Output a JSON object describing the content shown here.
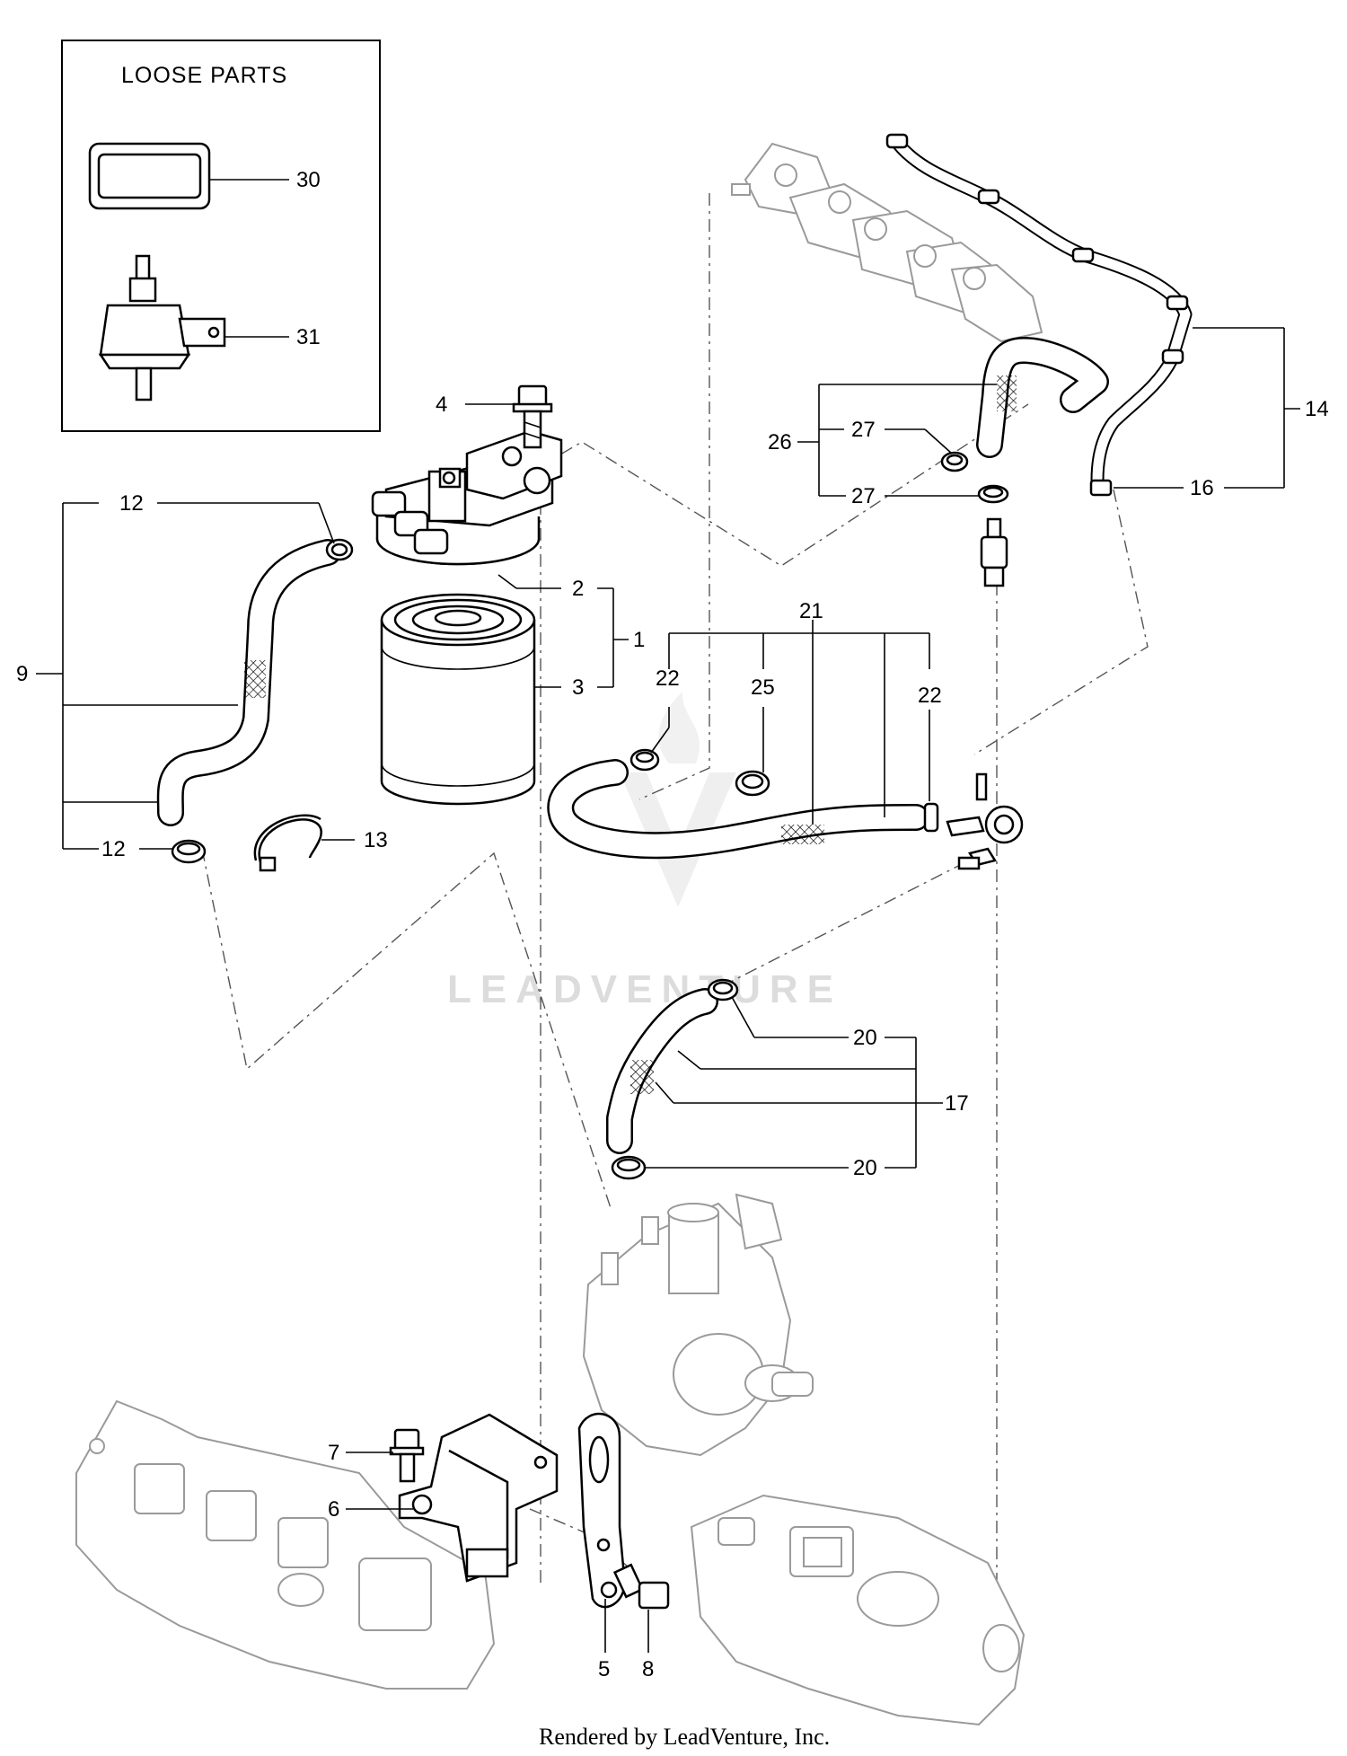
{
  "loose_parts": {
    "title": "LOOSE PARTS"
  },
  "callouts": [
    {
      "id": "30",
      "text": "30"
    },
    {
      "id": "31",
      "text": "31"
    },
    {
      "id": "4",
      "text": "4"
    },
    {
      "id": "12a",
      "text": "12"
    },
    {
      "id": "12b",
      "text": "12"
    },
    {
      "id": "9",
      "text": "9"
    },
    {
      "id": "2",
      "text": "2"
    },
    {
      "id": "1",
      "text": "1"
    },
    {
      "id": "3",
      "text": "3"
    },
    {
      "id": "13",
      "text": "13"
    },
    {
      "id": "14",
      "text": "14"
    },
    {
      "id": "26",
      "text": "26"
    },
    {
      "id": "27a",
      "text": "27"
    },
    {
      "id": "27b",
      "text": "27"
    },
    {
      "id": "16",
      "text": "16"
    },
    {
      "id": "21",
      "text": "21"
    },
    {
      "id": "22a",
      "text": "22"
    },
    {
      "id": "22b",
      "text": "22"
    },
    {
      "id": "25",
      "text": "25"
    },
    {
      "id": "20a",
      "text": "20"
    },
    {
      "id": "20b",
      "text": "20"
    },
    {
      "id": "17",
      "text": "17"
    },
    {
      "id": "7",
      "text": "7"
    },
    {
      "id": "6",
      "text": "6"
    },
    {
      "id": "5",
      "text": "5"
    },
    {
      "id": "8",
      "text": "8"
    }
  ],
  "watermark": "LEADVENTURE",
  "footer": "Rendered by LeadVenture, Inc."
}
